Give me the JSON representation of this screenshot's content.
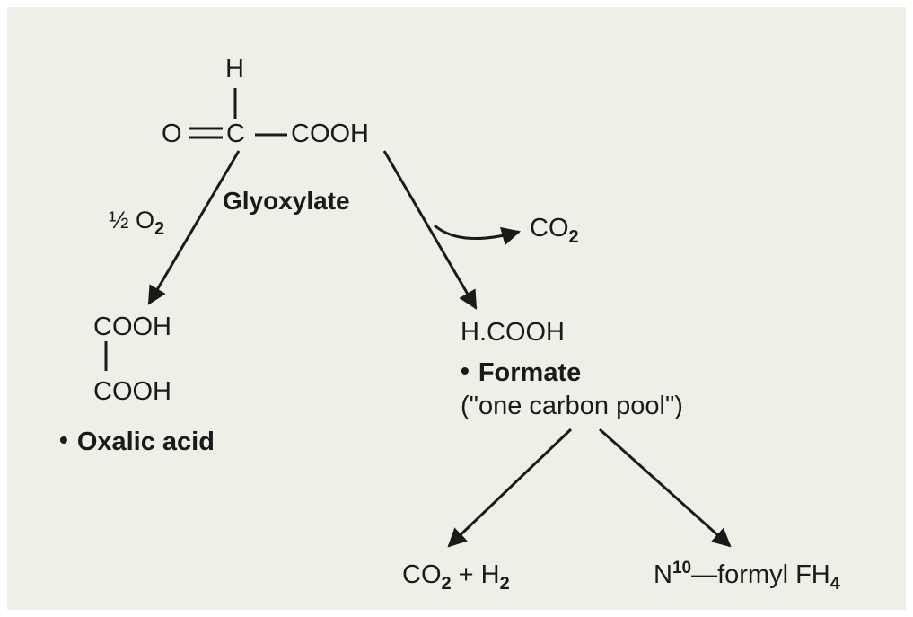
{
  "glyoxylate": {
    "atom_h": "H",
    "atom_o": "O",
    "atom_c": "C",
    "group_cooh": "COOH",
    "name": "Glyoxylate"
  },
  "left_branch": {
    "reagent": "½ O",
    "reagent_sub": "2",
    "top_cooh": "COOH",
    "bottom_cooh": "COOH",
    "bullet": "•",
    "name": "Oxalic acid"
  },
  "right_branch": {
    "byproduct": "CO",
    "byproduct_sub": "2",
    "formula": "H.COOH",
    "bullet": "•",
    "name": "Formate",
    "note": "(\"one carbon pool\")"
  },
  "products": {
    "left_co": "CO",
    "left_co_sub": "2",
    "left_plus_h": " + H",
    "left_h_sub": "2",
    "right_n": "N",
    "right_n_sup": "10",
    "right_rest": "—formyl FH",
    "right_fh_sub": "4"
  },
  "colors": {
    "background": "#efefe8",
    "ink": "#1a1a1a"
  }
}
